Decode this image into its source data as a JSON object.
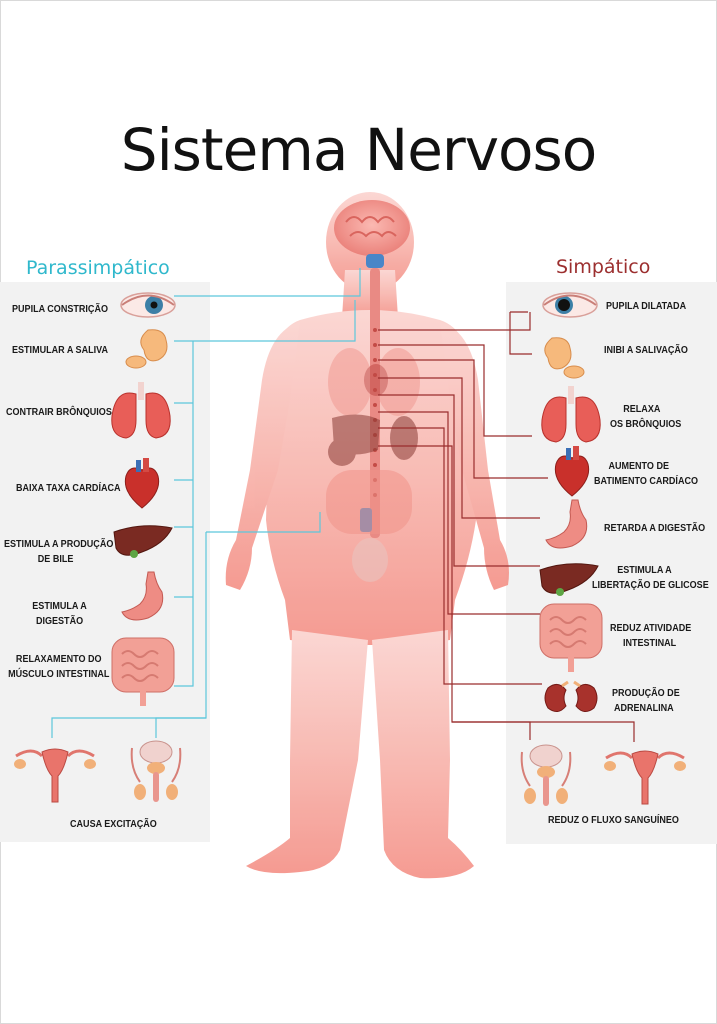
{
  "title": "Sistema Nervoso",
  "parasympathetic": {
    "heading": "Parassimpático",
    "items": [
      {
        "label": "PUPILA CONSTRIÇÃO",
        "organ": "eye-icon"
      },
      {
        "label": "ESTIMULAR A SALIVA",
        "organ": "salivary-gland-icon"
      },
      {
        "label": "CONTRAIR BRÔNQUIOS",
        "organ": "lungs-icon"
      },
      {
        "label": "BAIXA TAXA CARDÍACA",
        "organ": "heart-icon"
      },
      {
        "label": "ESTIMULA A PRODUÇÃO",
        "label2": "DE BILE",
        "organ": "liver-icon"
      },
      {
        "label": "ESTIMULA A",
        "label2": "DIGESTÃO",
        "organ": "stomach-icon"
      },
      {
        "label": "RELAXAMENTO DO",
        "label2": "MÚSCULO INTESTINAL",
        "organ": "intestine-icon"
      },
      {
        "label": "CAUSA EXCITAÇÃO",
        "organ": "reproductive-organs-icon"
      }
    ]
  },
  "sympathetic": {
    "heading": "Simpático",
    "items": [
      {
        "label": "PUPILA DILATADA",
        "organ": "eye-icon"
      },
      {
        "label": "INIBI A SALIVAÇÃO",
        "organ": "salivary-gland-icon"
      },
      {
        "label": "RELAXA",
        "label2": "OS BRÔNQUIOS",
        "organ": "lungs-icon"
      },
      {
        "label": "AUMENTO DE",
        "label2": "BATIMENTO CARDÍACO",
        "organ": "heart-icon"
      },
      {
        "label": "RETARDA A DIGESTÃO",
        "organ": "stomach-icon"
      },
      {
        "label": "ESTIMULA A",
        "label2": "LIBERTAÇÃO DE GLICOSE",
        "organ": "liver-icon"
      },
      {
        "label": "REDUZ ATIVIDADE",
        "label2": "INTESTINAL",
        "organ": "intestine-icon"
      },
      {
        "label": "PRODUÇÃO DE",
        "label2": "ADRENALINA",
        "organ": "kidneys-icon"
      },
      {
        "label": "REDUZ O FLUXO SANGUÍNEO",
        "organ": "reproductive-organs-icon"
      }
    ]
  },
  "colors": {
    "parasympathetic_line": "#5cc7dc",
    "sympathetic_line": "#9a2d2d",
    "body": "#f7a9a0",
    "panel": "#f2f2f2"
  }
}
